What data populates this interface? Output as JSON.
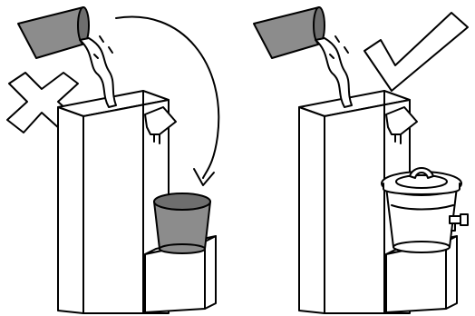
{
  "panels": [
    {
      "verdict": "incorrect",
      "verdict_icon": "cross-icon",
      "description_icon": "pour-into-unit-drain-to-open-bucket"
    },
    {
      "verdict": "correct",
      "verdict_icon": "check-icon",
      "description_icon": "pour-into-unit-drain-to-lidded-tank"
    }
  ],
  "colors": {
    "ink": "#000000",
    "paper": "#ffffff",
    "bucket_gray": "#8c8c8c",
    "tank_white": "#ffffff"
  }
}
